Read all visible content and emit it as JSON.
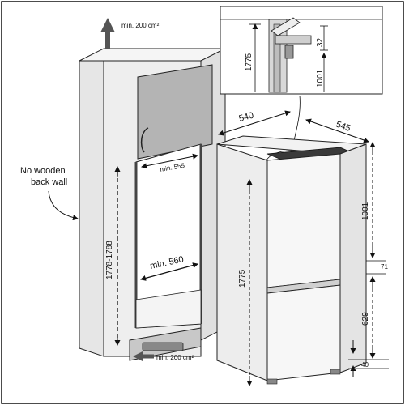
{
  "cabinet": {
    "vent_top": "min. 200 cm²",
    "vent_bottom": "min. 200 cm²",
    "no_back_wall": [
      "No wooden",
      "back wall"
    ],
    "niche_depth": "min. 555",
    "niche_width": "min. 560",
    "niche_height": "1778-1788"
  },
  "fridge": {
    "width": "540",
    "depth": "545",
    "height": "1775",
    "upper_height": "1001",
    "gap": "71",
    "lower_height": "629",
    "foot": "40"
  },
  "detail": {
    "height": "1775",
    "upper": "1001",
    "top_gap": "32"
  },
  "colors": {
    "stroke": "#222222",
    "cabinet_fill": "#ececec",
    "door_fill": "#b8b8b8",
    "shade": "#d4d4d4"
  }
}
